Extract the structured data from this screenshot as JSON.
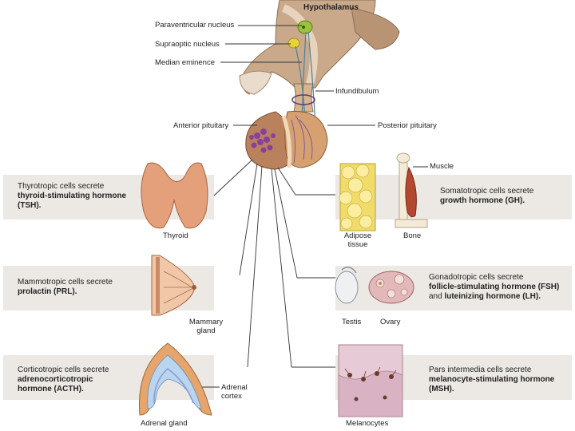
{
  "hypothalamus": {
    "title": "Hypothalamus"
  },
  "labels": {
    "paraventricular": "Paraventricular nucleus",
    "supraoptic": "Supraoptic nucleus",
    "median_eminence": "Median eminence",
    "infundibulum": "Infundibulum",
    "anterior_pituitary": "Anterior pituitary",
    "posterior_pituitary": "Posterior pituitary",
    "thyroid": "Thyroid",
    "adipose_1": "Adipose",
    "adipose_2": "tissue",
    "bone": "Bone",
    "muscle": "Muscle",
    "mammary_1": "Mammary",
    "mammary_2": "gland",
    "testis": "Testis",
    "ovary": "Ovary",
    "adrenal_cortex_1": "Adrenal",
    "adrenal_cortex_2": "cortex",
    "adrenal_gland": "Adrenal gland",
    "melanocytes": "Melanocytes"
  },
  "panels": {
    "thyrotropic": {
      "line1": "Thyrotropic cells secrete",
      "bold1": "thyroid-stimulating hormone",
      "bold2": "(TSH)."
    },
    "somatotropic": {
      "line1": "Somatotropic cells secrete",
      "bold1": "growth hormone (GH)."
    },
    "mammotropic": {
      "line1": "Mammotropic cells secrete",
      "bold1": "prolactin (PRL)."
    },
    "gonadotropic": {
      "line1": "Gonadotropic cells secrete",
      "bold1": "follicle-stimulating hormone (FSH)",
      "plain2": "and ",
      "bold2": "luteinizing hormone (LH)."
    },
    "corticotropic": {
      "line1": "Corticotropic cells secrete",
      "bold1": "adrenocorticotropic",
      "bold2": "hormone (ACTH)."
    },
    "pars_intermedia": {
      "line1": "Pars intermedia cells secrete",
      "bold1": "melanocyte-stimulating hormone",
      "bold2": "(MSH)."
    }
  },
  "colors": {
    "panel": "#ece9e5",
    "brain": "#c9a98a",
    "pituitary_anterior": "#b9825d",
    "pituitary_posterior": "#d7a070",
    "gland_pink": "#e3a07a",
    "nucleus_green": "#9bc23c",
    "nucleus_yellow": "#e8d23a",
    "cells_purple": "#8a3f9c",
    "adipose_yellow": "#f1dc6a",
    "muscle_red": "#b4472f"
  }
}
